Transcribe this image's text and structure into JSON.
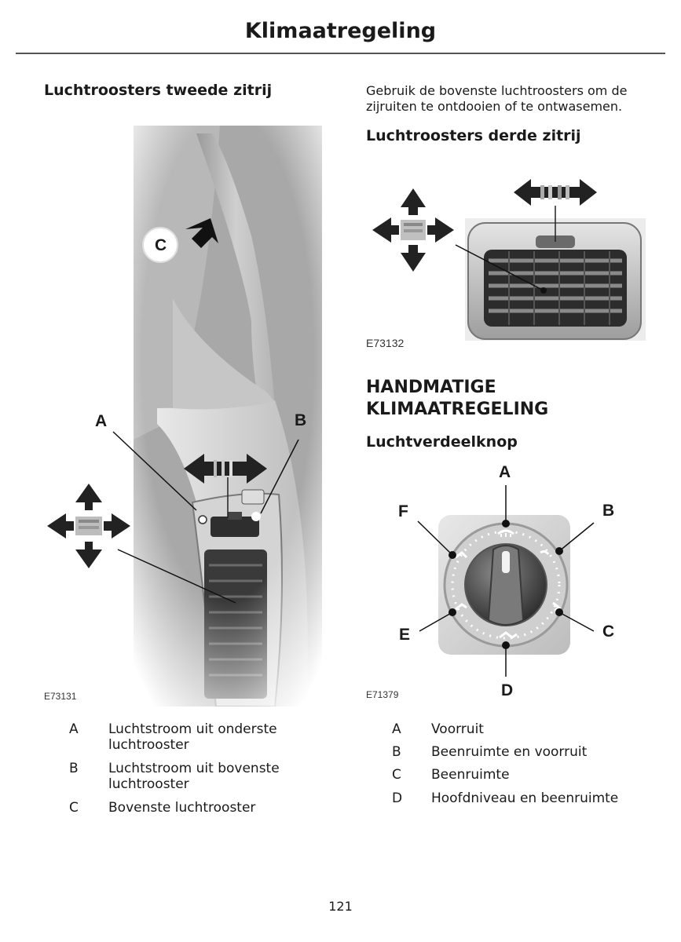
{
  "header": {
    "title": "Klimaatregeling"
  },
  "left": {
    "heading": "Luchtroosters tweede zitrij",
    "figure": {
      "code": "E73131",
      "labels": [
        "A",
        "B",
        "C"
      ]
    },
    "legend": [
      {
        "key": "A",
        "text": "Luchtstroom uit onderste luchtrooster"
      },
      {
        "key": "B",
        "text": "Luchtstroom uit bovenste luchtrooster"
      },
      {
        "key": "C",
        "text": "Bovenste luchtrooster"
      }
    ]
  },
  "right": {
    "intro": "Gebruik de bovenste luchtroosters om de zijruiten te ontdooien of te ontwasemen.",
    "heading_third_row": "Luchtroosters derde zitrij",
    "figure_vent": {
      "code": "E73132"
    },
    "heading_manual": "HANDMATIGE KLIMAATREGELING",
    "heading_knob": "Luchtverdeelknop",
    "figure_knob": {
      "code": "E71379",
      "labels": [
        "A",
        "B",
        "C",
        "D",
        "E",
        "F"
      ]
    },
    "legend": [
      {
        "key": "A",
        "text": "Voorruit"
      },
      {
        "key": "B",
        "text": "Beenruimte en voorruit"
      },
      {
        "key": "C",
        "text": "Beenruimte"
      },
      {
        "key": "D",
        "text": "Hoofdniveau en beenruimte"
      }
    ]
  },
  "footer": {
    "page_number": "121"
  }
}
